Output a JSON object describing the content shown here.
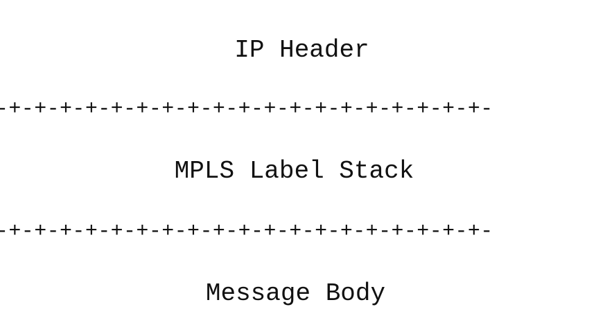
{
  "packet_layout": {
    "fields": [
      {
        "label": "IP Header"
      },
      {
        "label": "MPLS Label Stack"
      },
      {
        "label": "Message Body"
      }
    ],
    "separator": "-+-+-+-+-+-+-+-+-+-+-+-+-+-+-+-+-+-+-+-"
  }
}
